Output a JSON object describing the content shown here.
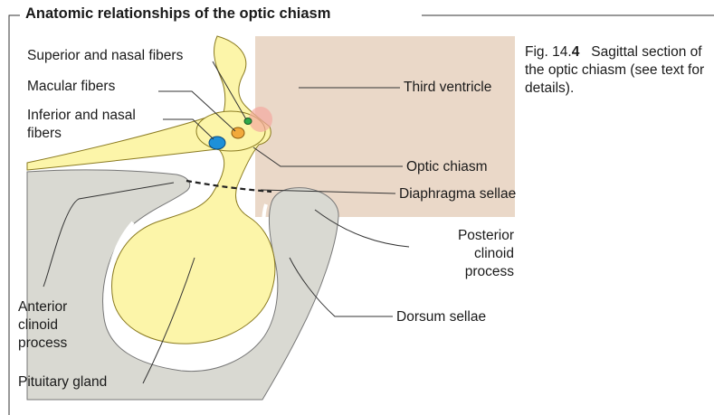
{
  "figure": {
    "title": "Anatomic relationships of the optic chiasm",
    "caption_prefix": "Fig. 14.",
    "caption_number": "4",
    "caption_text": "Sagittal section of the optic chiasm (see text for details).",
    "colors": {
      "bone": "#d9d9d2",
      "nerve": "#fcf5a9",
      "gland": "#fcf5a9",
      "ventricle": "#ead8c8",
      "outline": "#555555",
      "blue_fibers": "#1e90d8",
      "orange_fibers": "#f2a93b",
      "green_fibers": "#2fa94a",
      "glow": "#f4a9a0"
    }
  },
  "labels": {
    "superior_nasal": "Superior and nasal fibers",
    "macular": "Macular fibers",
    "inferior_nasal_1": "Inferior and nasal",
    "inferior_nasal_2": "fibers",
    "third_ventricle": "Third ventricle",
    "optic_chiasm": "Optic chiasm",
    "diaphragma": "Diaphragma sellae",
    "posterior_1": "Posterior",
    "posterior_2": "clinoid",
    "posterior_3": "process",
    "anterior_1": "Anterior",
    "anterior_2": "clinoid",
    "anterior_3": "process",
    "dorsum": "Dorsum sellae",
    "pituitary": "Pituitary gland"
  }
}
